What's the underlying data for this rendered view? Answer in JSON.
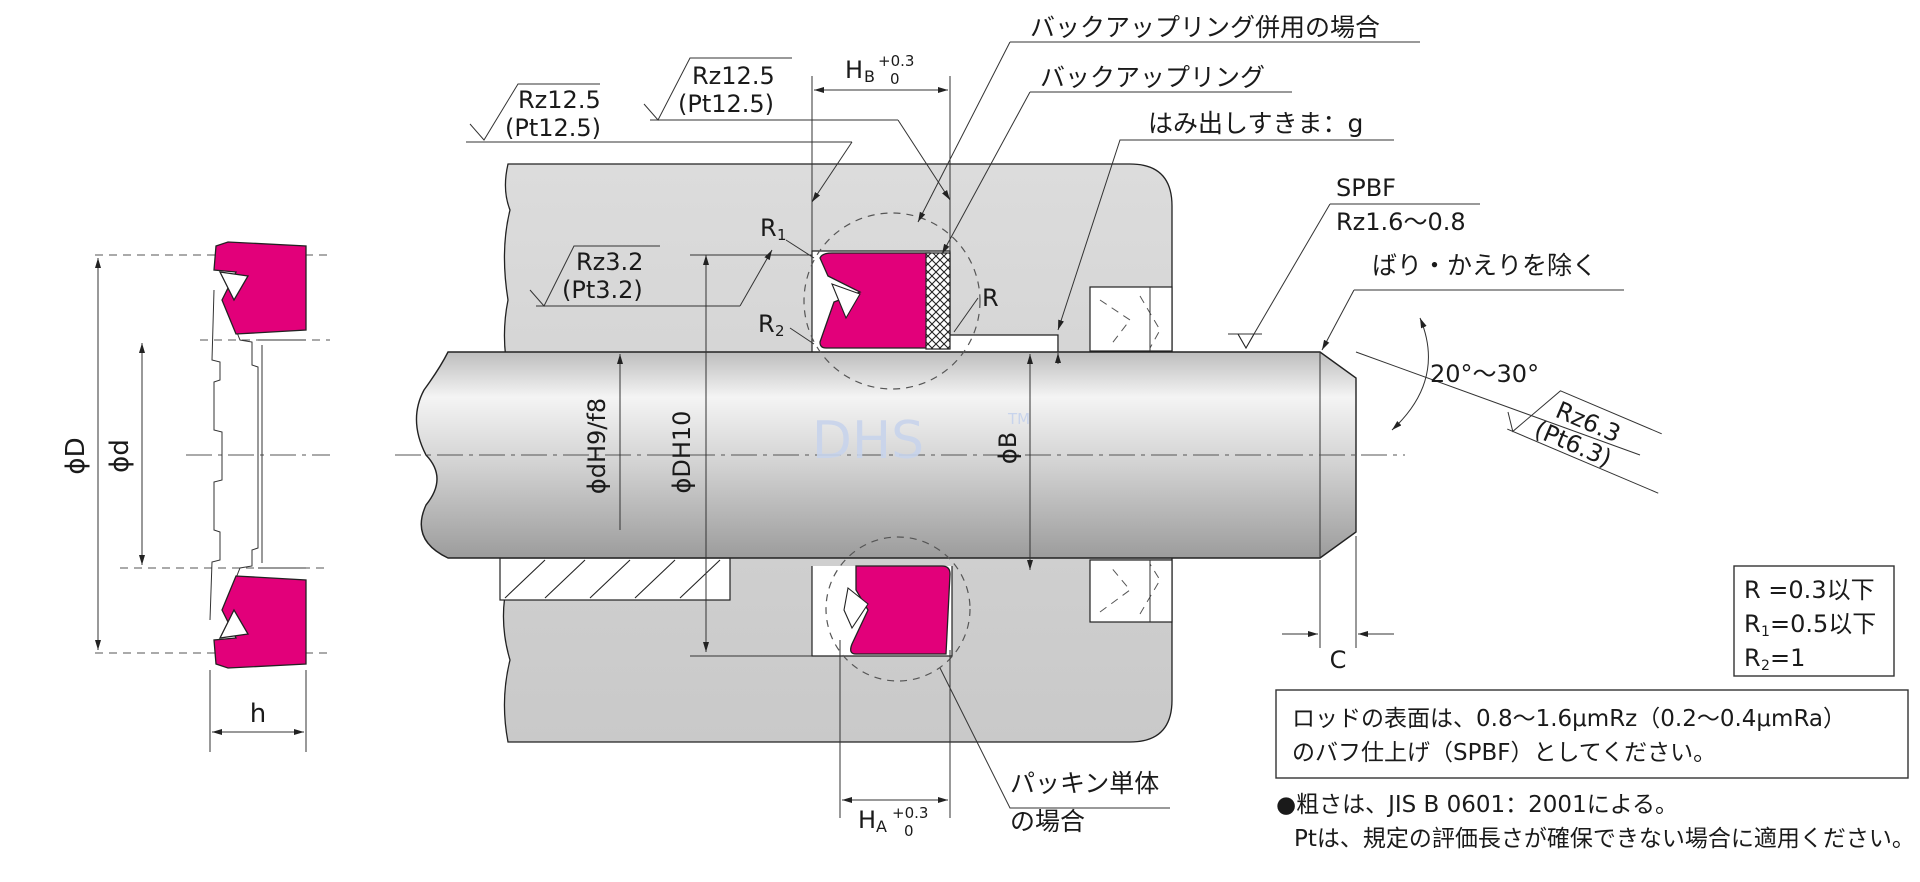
{
  "labels": {
    "backup_combined": "バックアップリング併用の場合",
    "backup_ring": "バックアップリング",
    "extrusion_gap": "はみ出しすきま：g",
    "spbf": "SPBF",
    "rz16_08": "Rz1.6〜0.8",
    "deburr": "ばり・かえりを除く",
    "packing_only_1": "パッキン単体",
    "packing_only_2": "の場合",
    "angle": "20°〜30°",
    "chamfer_c": "C",
    "R": "R",
    "R1": "R",
    "R1_sub": "1",
    "R2": "R",
    "R2_sub": "2",
    "h": "h",
    "phiD": "ϕD",
    "phid": "ϕd",
    "phidH9f8": "ϕdH9/f8",
    "phiDH10": "ϕDH10",
    "phiB": "ϕB",
    "HB": "H",
    "HB_sub": "B",
    "HB_tol_up": "+0.3",
    "HB_tol_low": "0",
    "HA": "H",
    "HA_sub": "A",
    "HA_tol_up": "+0.3",
    "HA_tol_low": "0",
    "watermark": "DHS",
    "watermark_tm": "TM"
  },
  "roughness": {
    "rz125_a": "Rz12.5",
    "pt125_a": "(Pt12.5)",
    "rz125_b": "Rz12.5",
    "pt125_b": "(Pt12.5)",
    "rz32": "Rz3.2",
    "pt32": "(Pt3.2)",
    "rz63": "Rz6.3",
    "pt63": "(Pt6.3)"
  },
  "radius_box": {
    "line1": "R =0.3以下",
    "line2_pre": "R",
    "line2_sub": "1",
    "line2_post": "=0.5以下",
    "line3_pre": "R",
    "line3_sub": "2",
    "line3_post": "=1"
  },
  "notes": {
    "box_line1": "ロッドの表面は、0.8〜1.6μmRz（0.2〜0.4μmRa）",
    "box_line2": "のバフ仕上げ（SPBF）としてください。",
    "bullet1": "●粗さは、JIS B 0601：2001による。",
    "bullet2": "Ptは、規定の評価長さが確保できない場合に適用ください。"
  },
  "colors": {
    "seal": "#e2007a",
    "housing": "#d7d7d7",
    "rod_top": "#f2f2f2",
    "rod_mid": "#c4c4c4",
    "watermark": "#c8d4ec"
  }
}
